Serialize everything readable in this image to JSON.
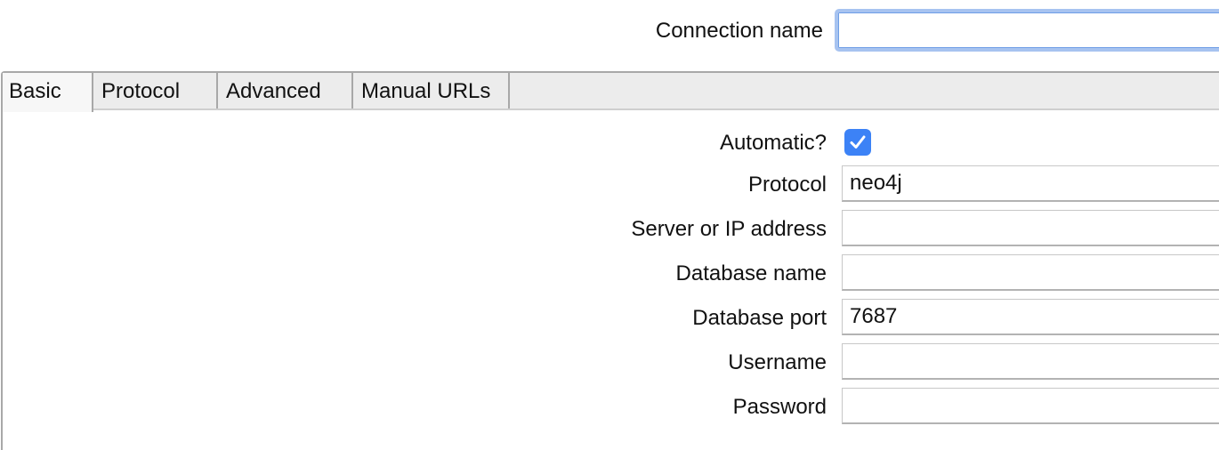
{
  "connection": {
    "label": "Connection name",
    "value": ""
  },
  "tabs": [
    {
      "label": "Basic",
      "active": true
    },
    {
      "label": "Protocol",
      "active": false
    },
    {
      "label": "Advanced",
      "active": false
    },
    {
      "label": "Manual URLs",
      "active": false
    }
  ],
  "form": {
    "automatic": {
      "label": "Automatic?",
      "checked": true
    },
    "protocol": {
      "label": "Protocol",
      "value": "neo4j"
    },
    "server": {
      "label": "Server or IP address",
      "value": ""
    },
    "database_name": {
      "label": "Database name",
      "value": ""
    },
    "database_port": {
      "label": "Database port",
      "value": "7687"
    },
    "username": {
      "label": "Username",
      "value": ""
    },
    "password": {
      "label": "Password",
      "value": ""
    }
  },
  "colors": {
    "checkbox": "#3c82f6",
    "focus_ring": "#a7c3f0",
    "tabbar": "#ececec"
  },
  "icons": {
    "checkbox": "checkmark-icon"
  }
}
